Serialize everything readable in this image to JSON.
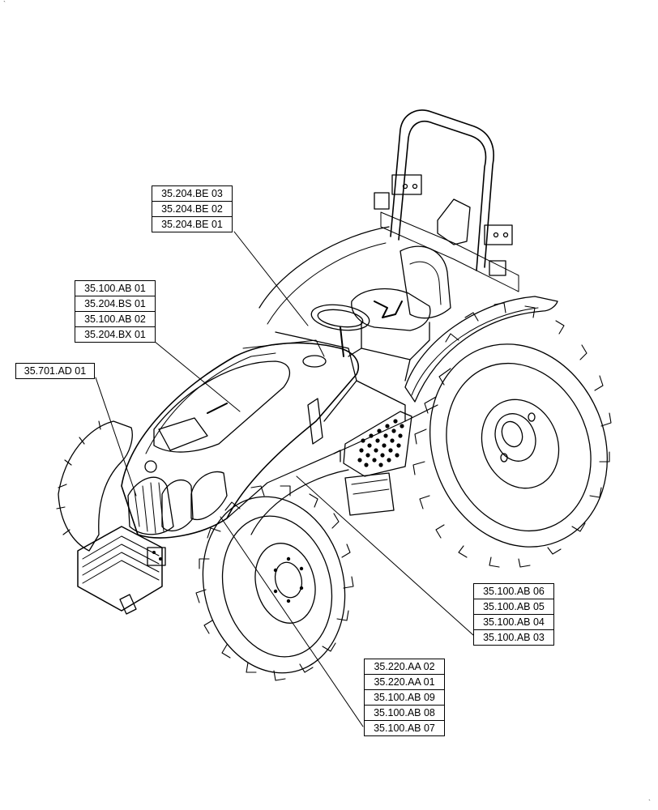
{
  "corner_marks": {
    "top_left": "`",
    "bottom_right": "`"
  },
  "callouts": {
    "roll_bar": [
      "35.204.BE 03",
      "35.204.BE 02",
      "35.204.BE 01"
    ],
    "hood": [
      "35.100.AB 01",
      "35.204.BS 01",
      "35.100.AB 02",
      "35.204.BX 01"
    ],
    "front_grille": [
      "35.701.AD 01"
    ],
    "side_panel": [
      "35.100.AB 06",
      "35.100.AB 05",
      "35.100.AB 04",
      "35.100.AB 03"
    ],
    "front_wheel": [
      "35.220.AA 02",
      "35.220.AA 01",
      "35.100.AB 09",
      "35.100.AB 08",
      "35.100.AB 07"
    ]
  }
}
